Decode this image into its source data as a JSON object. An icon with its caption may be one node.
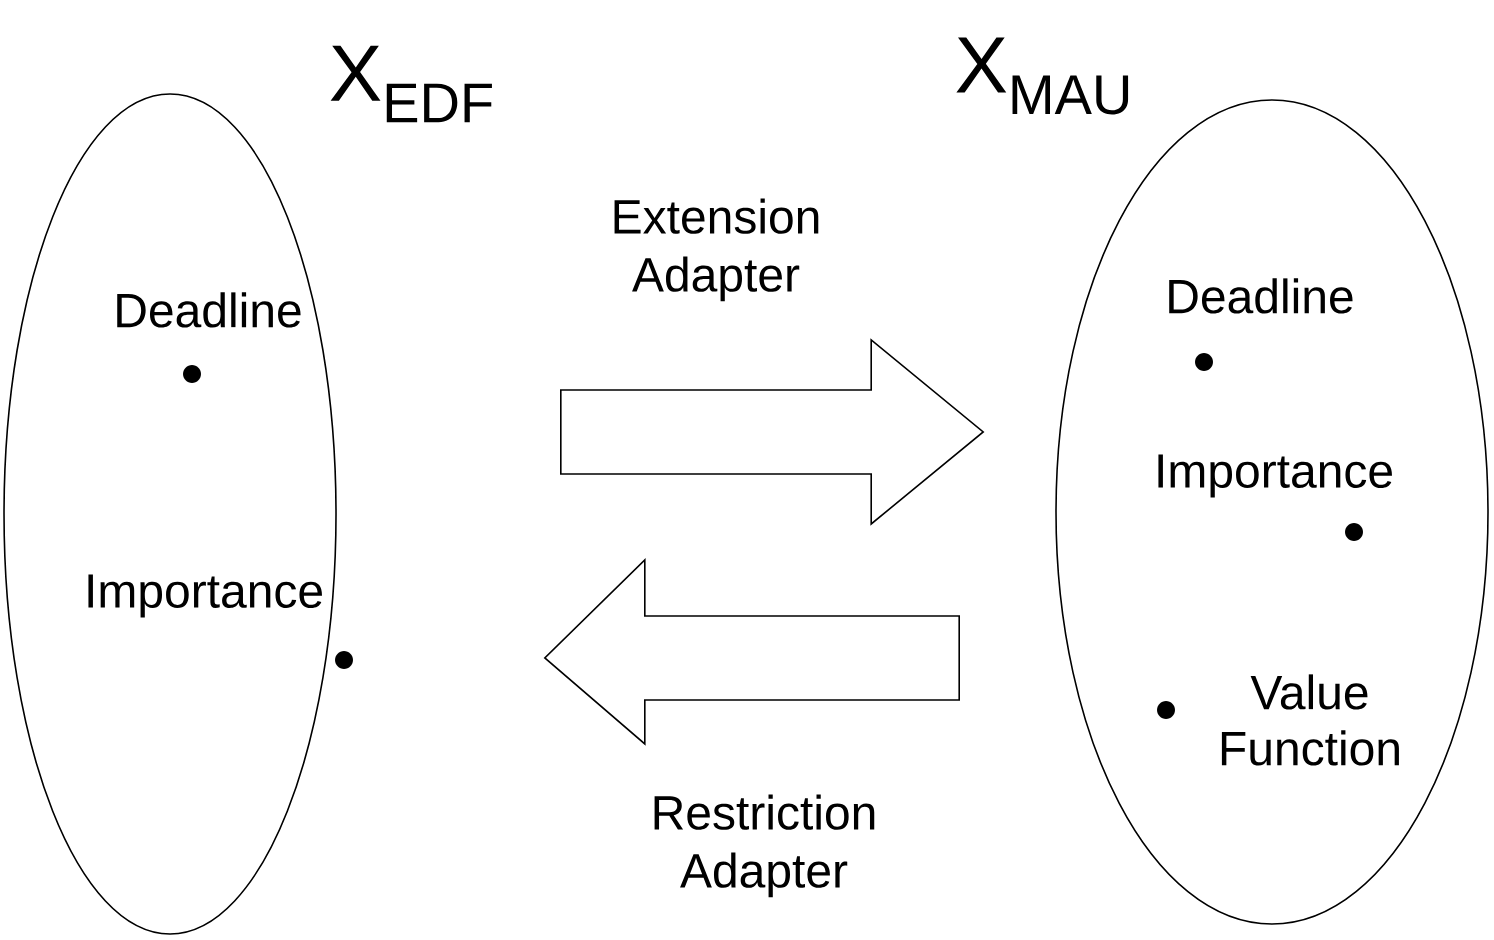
{
  "diagram": {
    "nodes": [
      {
        "text": [
          "X$_{EDF}$",
          "Deadline",
          "Importance"
        ]
      },
      {
        "text": [
          "X$_{MAU}$",
          "Deadline",
          "Importance",
          "Value Function"
        ]
      }
    ],
    "edges": [
      {
        "from": 0,
        "to": 1,
        "arrow": "to",
        "label": "Extension Adapter"
      },
      {
        "from": 1,
        "to": 0,
        "arrow": "to",
        "label": "Restriction Adapter"
      }
    ]
  }
}
